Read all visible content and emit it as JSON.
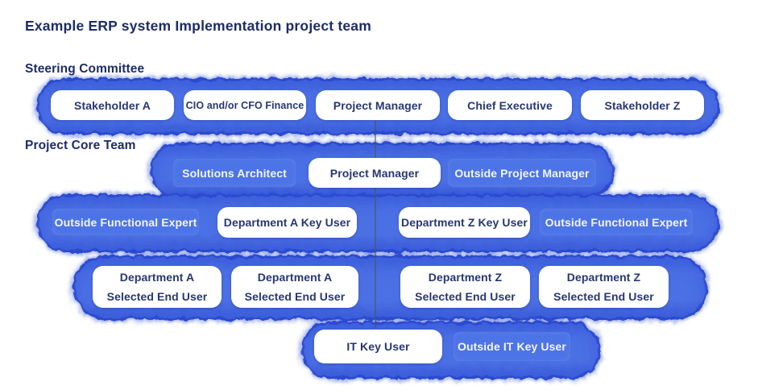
{
  "title": "Example ERP system Implementation project team",
  "sections": {
    "steering": {
      "label": "Steering Committee",
      "boxes": [
        {
          "label": "Stakeholder A",
          "variant": "white"
        },
        {
          "label": "CIO and/or CFO Finance",
          "variant": "white"
        },
        {
          "label": "Project Manager",
          "variant": "white"
        },
        {
          "label": "Chief Executive",
          "variant": "white"
        },
        {
          "label": "Stakeholder Z",
          "variant": "white"
        }
      ]
    },
    "core": {
      "label": "Project Core Team",
      "rows": [
        {
          "boxes": [
            {
              "label": "Solutions Architect",
              "variant": "blue"
            },
            {
              "label": "Project Manager",
              "variant": "white"
            },
            {
              "label": "Outside Project Manager",
              "variant": "blue"
            }
          ]
        },
        {
          "boxes": [
            {
              "label": "Outside Functional Expert",
              "variant": "blue"
            },
            {
              "label": "Department A Key User",
              "variant": "white"
            },
            {
              "label": "Department Z Key User",
              "variant": "white"
            },
            {
              "label": "Outside Functional Expert",
              "variant": "blue"
            }
          ]
        },
        {
          "boxes": [
            {
              "label": "Department A\nSelected End User",
              "variant": "white"
            },
            {
              "label": "Department A\nSelected End User",
              "variant": "white"
            },
            {
              "label": "Department Z\nSelected End User",
              "variant": "white"
            },
            {
              "label": "Department Z\nSelected End User",
              "variant": "white"
            }
          ]
        },
        {
          "boxes": [
            {
              "label": "IT Key User",
              "variant": "white"
            },
            {
              "label": "Outside IT Key User",
              "variant": "blue"
            }
          ]
        }
      ]
    }
  },
  "colors": {
    "band_blue": "#4a6fe4",
    "box_blue": "#4d74e6",
    "text_navy": "#1d2b69",
    "box_white": "#ffffff"
  }
}
